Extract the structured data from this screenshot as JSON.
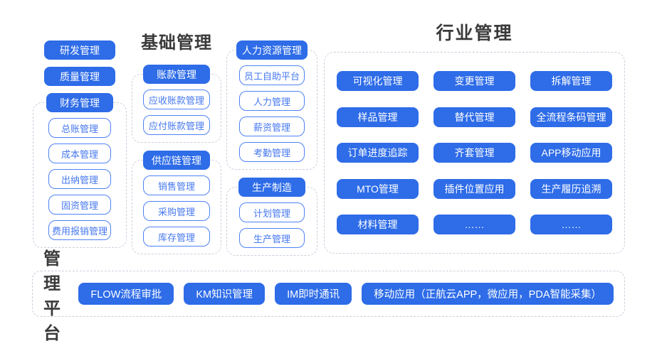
{
  "colors": {
    "primary_blue": "#2E6CE8",
    "outline_blue": "#4E82F4",
    "outline_text_blue": "#4678EF",
    "dashed_border": "#C9CFDB",
    "title_text": "#3A3A3A"
  },
  "left_column": {
    "standalone": [
      "研发管理",
      "质量管理"
    ],
    "finance_group": {
      "head": "财务管理",
      "items": [
        "总账管理",
        "成本管理",
        "出纳管理",
        "固资管理",
        "费用报销管理"
      ]
    }
  },
  "base_section": {
    "title": "基础管理",
    "groups": [
      {
        "head": "账款管理",
        "items": [
          "应收账款管理",
          "应付账款管理"
        ]
      },
      {
        "head": "供应链管理",
        "items": [
          "销售管理",
          "采购管理",
          "库存管理"
        ]
      }
    ]
  },
  "hr_column": {
    "groups": [
      {
        "head": "人力资源管理",
        "items": [
          "员工自助平台",
          "人力管理",
          "薪资管理",
          "考勤管理"
        ]
      },
      {
        "head": "生产制造",
        "items": [
          "计划管理",
          "生产管理"
        ]
      }
    ]
  },
  "industry_section": {
    "title": "行业管理",
    "items": [
      "可视化管理",
      "变更管理",
      "拆解管理",
      "样品管理",
      "替代管理",
      "全流程条码管理",
      "订单进度追踪",
      "齐套管理",
      "APP移动应用",
      "MTO管理",
      "插件位置应用",
      "生产履历追溯",
      "材料管理",
      "……",
      "……"
    ]
  },
  "platform_section": {
    "title": "管理平台",
    "items": [
      "FLOW流程审批",
      "KM知识管理",
      "IM即时通讯",
      "移动应用（正航云APP，微应用，PDA智能采集）"
    ]
  }
}
